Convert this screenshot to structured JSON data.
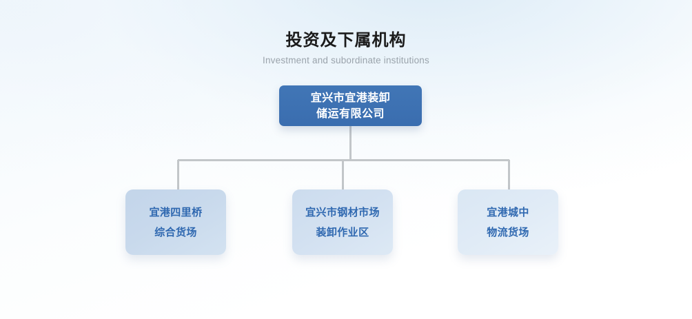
{
  "heading": {
    "title": "投资及下属机构",
    "subtitle": "Investment and subordinate institutions"
  },
  "chart": {
    "type": "org-chart",
    "root": {
      "id": "root",
      "lines": [
        "宜兴市宜港装卸",
        "储运有限公司"
      ],
      "text": "宜兴市宜港装卸储运有限公司"
    },
    "children": [
      {
        "id": "child-1",
        "lines": [
          "宜港四里桥",
          "综合货场"
        ],
        "text": "宜港四里桥综合货场"
      },
      {
        "id": "child-2",
        "lines": [
          "宜兴市钢材市场",
          "装卸作业区"
        ],
        "text": "宜兴市钢材市场装卸作业区"
      },
      {
        "id": "child-3",
        "lines": [
          "宜港城中",
          "物流货场"
        ],
        "text": "宜港城中物流货场"
      }
    ]
  },
  "colors": {
    "root_fill": "#3d72b4",
    "root_text": "#ffffff",
    "child_text": "#2f68b0",
    "child_fill_1": "#c8d9ec",
    "child_fill_2": "#d3e1f1",
    "child_fill_3": "#e0ebf6",
    "connector": "#c2c6c9",
    "title_text": "#1b1b1b",
    "subtitle_text": "#9aa3ab",
    "background": "#ffffff"
  }
}
